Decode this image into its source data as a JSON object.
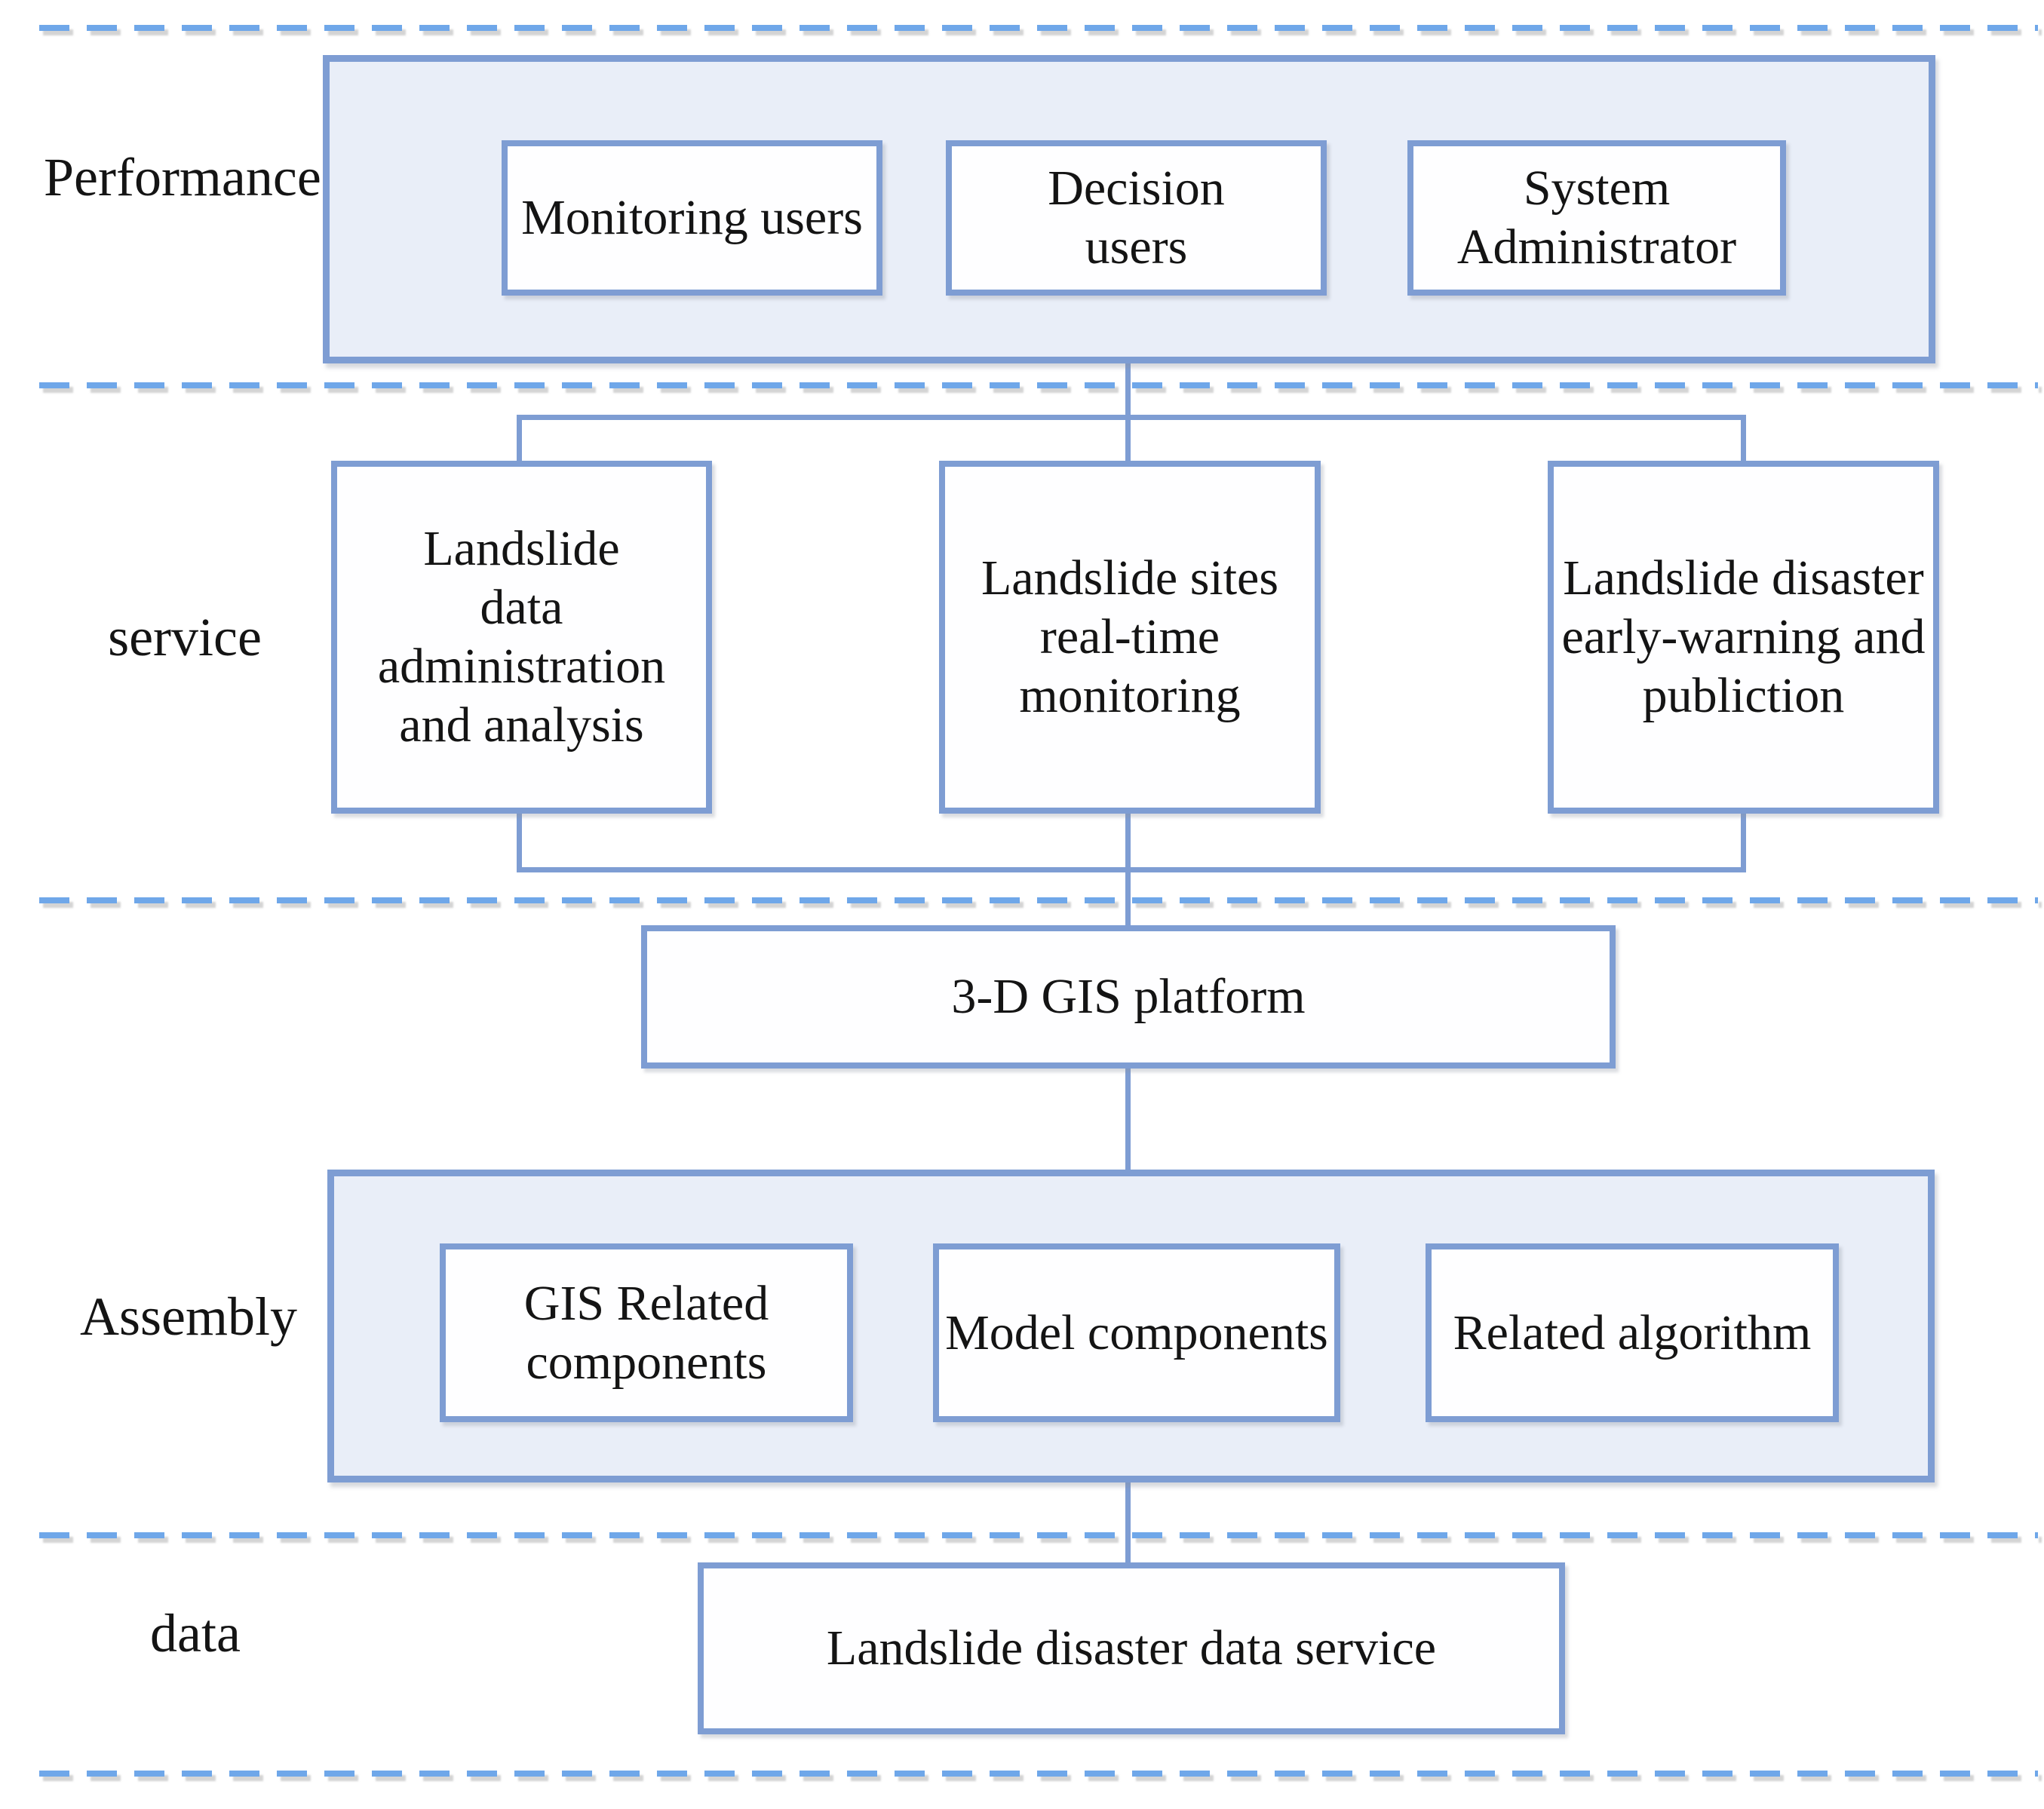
{
  "figure": {
    "title": "Layered system architecture diagram",
    "colors": {
      "border": "#7E9DD3",
      "fill": "#E9EEF8",
      "dash": "#6FA7E9",
      "text": "#141414",
      "bg": "#FFFFFF"
    },
    "layers": {
      "performance": {
        "label": "Performance",
        "boxes": {
          "monitoring": "Monitoring users",
          "decision": "Decision\nusers",
          "admin": "System\nAdministrator"
        }
      },
      "service": {
        "label": "service",
        "boxes": {
          "administration": "Landslide\ndata\nadministration\nand analysis",
          "realtime": "Landslide sites\nreal-time\nmonitoring",
          "warning": "Landslide disaster\nearly-warning and\npubliction"
        }
      },
      "platform": {
        "label": "3-D GIS platform"
      },
      "assembly": {
        "label": "Assembly",
        "boxes": {
          "gis": "GIS Related\ncomponents",
          "model": "Model components",
          "algorithm": "Related algorithm"
        }
      },
      "data": {
        "label": "data",
        "boxes": {
          "service": "Landslide disaster data service"
        }
      }
    }
  }
}
